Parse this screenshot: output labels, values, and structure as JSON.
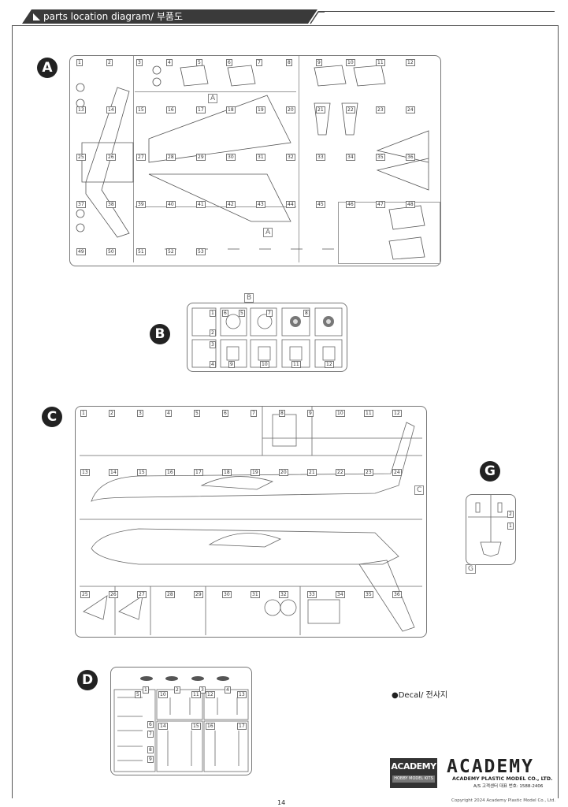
{
  "header": {
    "title": "parts location diagram/ 부품도"
  },
  "sprues": {
    "A": {
      "label": "A",
      "tag": "A",
      "parts": [
        "1",
        "2",
        "3",
        "4",
        "5",
        "6",
        "7",
        "8",
        "9",
        "10",
        "11",
        "12",
        "13",
        "14",
        "15",
        "16",
        "17",
        "18",
        "19",
        "20",
        "21",
        "22",
        "23",
        "24",
        "25",
        "26",
        "27",
        "28",
        "29",
        "30",
        "31",
        "32",
        "33",
        "34",
        "35",
        "36",
        "37",
        "38",
        "39",
        "40",
        "41",
        "42",
        "43",
        "44",
        "45",
        "46",
        "47",
        "48",
        "49",
        "50",
        "51",
        "52",
        "53"
      ]
    },
    "B": {
      "label": "B",
      "tag": "B",
      "parts": [
        "1",
        "2",
        "3",
        "4",
        "5",
        "6",
        "7",
        "8",
        "9",
        "10",
        "11",
        "12"
      ]
    },
    "C": {
      "label": "C",
      "tag": "C",
      "parts": [
        "1",
        "2",
        "3",
        "4",
        "5",
        "6",
        "7",
        "8",
        "9",
        "10",
        "11",
        "12",
        "13",
        "14",
        "15",
        "16",
        "17",
        "18",
        "19",
        "20",
        "21",
        "22",
        "23",
        "24",
        "25",
        "26",
        "27",
        "28",
        "29",
        "30",
        "31",
        "32",
        "33",
        "34",
        "35",
        "36"
      ]
    },
    "D": {
      "label": "D",
      "parts": [
        "1",
        "2",
        "3",
        "4",
        "5",
        "6",
        "7",
        "8",
        "9",
        "10",
        "11",
        "12",
        "13",
        "14",
        "15",
        "16",
        "17"
      ]
    },
    "G": {
      "label": "G",
      "tag": "G",
      "parts": [
        "1",
        "2"
      ]
    }
  },
  "decal": {
    "label": "●Decal/ 전사지"
  },
  "footer": {
    "logo_small": "ACADEMY",
    "logo_small_sub": "HOBBY MODEL KITS",
    "logo_large": "ACADEMY",
    "company": "ACADEMY PLASTIC MODEL CO., LTD.",
    "service": "A/S 고객센터 대표 번호: 1588-2406",
    "page_number": "14",
    "copyright": "Copyright 2024 Academy Plastic Model Co., Ltd."
  }
}
